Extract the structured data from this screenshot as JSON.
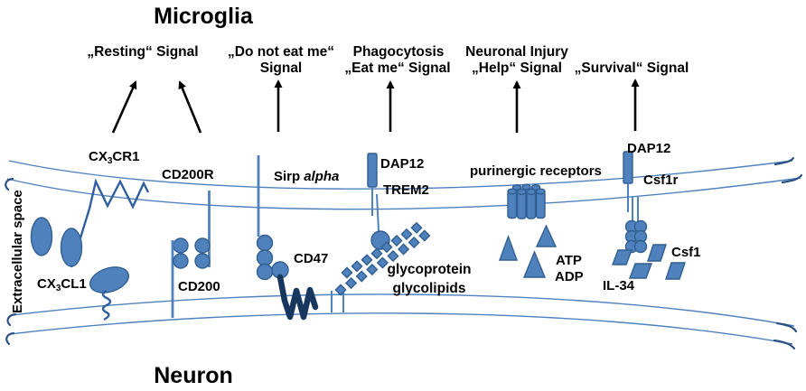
{
  "colors": {
    "shape-fill": "#4f81bd",
    "shape-stroke": "#315f91",
    "dark-navy": "#17375e",
    "membrane": "#4f81bd",
    "membrane-dark": "#2b5184",
    "text": "#000000"
  },
  "titles": {
    "top": "Microglia",
    "bottom": "Neuron",
    "side": "Extracellular space"
  },
  "signals": {
    "resting": "„Resting“ Signal",
    "do_not_eat_me_line1": "„Do not eat me“",
    "do_not_eat_me_line2": "Signal",
    "phagocytosis_line1": "Phagocytosis",
    "phagocytosis_line2": "„Eat me“ Signal",
    "neuronal_line1": "Neuronal Injury",
    "neuronal_line2": "„Help“ Signal",
    "survival": "„Survival“ Signal"
  },
  "molecules": {
    "cx3cr1": {
      "pre": "CX",
      "sub": "3",
      "post": "CR1"
    },
    "cx3cl1": {
      "pre": "CX",
      "sub": "3",
      "post": "CL1"
    },
    "cd200r": "CD200R",
    "cd200": "CD200",
    "sirp_name": "Sirp",
    "sirp_variant": "alpha",
    "cd47": "CD47",
    "dap12_mid": "DAP12",
    "trem2": "TREM2",
    "glyco_line1": "glycoprotein",
    "glyco_line2": "glycolipids",
    "purinergic": "purinergic receptors",
    "atp": "ATP",
    "adp": "ADP",
    "dap12_right": "DAP12",
    "csf1r": "Csf1r",
    "csf1": "Csf1",
    "il34": "IL-34"
  }
}
